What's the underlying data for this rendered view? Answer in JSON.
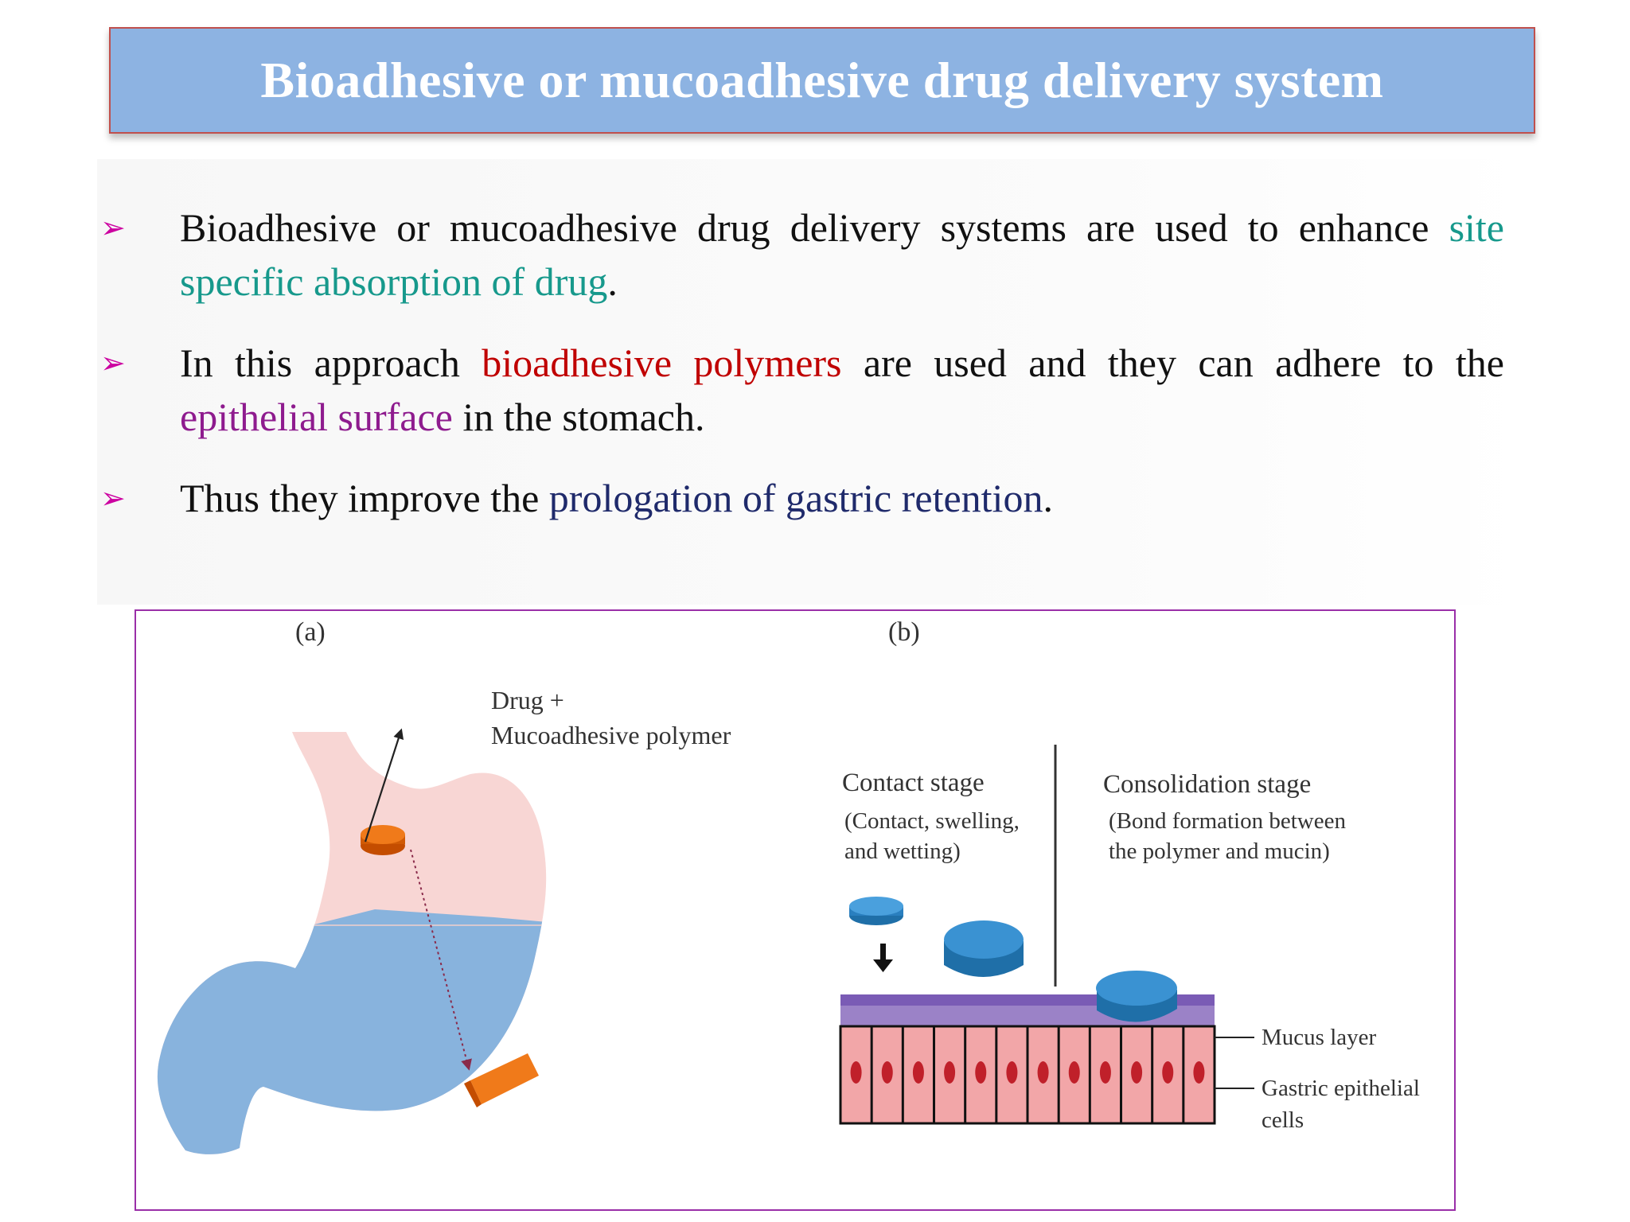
{
  "slide": {
    "title": "Bioadhesive or mucoadhesive drug delivery system",
    "bullet_marker": "➢",
    "bullets": [
      {
        "text_1": "Bioadhesive or mucoadhesive drug delivery systems are used to enhance ",
        "highlight": "site specific absorption of drug",
        "text_2": "."
      },
      {
        "text_1": "In this approach ",
        "highlight_1": "bioadhesive polymers",
        "text_2": " are used and they can adhere to the ",
        "highlight_2": "epithelial surface",
        "text_3": " in the stomach."
      },
      {
        "text_1": "Thus they improve the ",
        "highlight": "prologation of gastric retention",
        "text_2": "."
      }
    ]
  },
  "figure": {
    "panel_a": {
      "label": "(a)",
      "annotation_line1": "Drug +",
      "annotation_line2": "Mucoadhesive polymer"
    },
    "panel_b": {
      "label": "(b)",
      "contact_stage_title": "Contact stage",
      "contact_stage_desc_1": "(Contact, swelling,",
      "contact_stage_desc_2": "and wetting)",
      "consolidation_stage_title": "Consolidation stage",
      "consolidation_stage_desc_1": "(Bond formation between",
      "consolidation_stage_desc_2": "the polymer and mucin)",
      "mucus_layer_label": "Mucus layer",
      "epithelial_label_1": "Gastric epithelial",
      "epithelial_label_2": "cells"
    }
  },
  "colors": {
    "title_bg": "#8db3e2",
    "title_border": "#c0504d",
    "marker": "#cc00a0",
    "teal": "#17998c",
    "red": "#c00000",
    "purple": "#8e1b8e",
    "navy": "#1f2a6b",
    "frame": "#9a2fa8"
  }
}
